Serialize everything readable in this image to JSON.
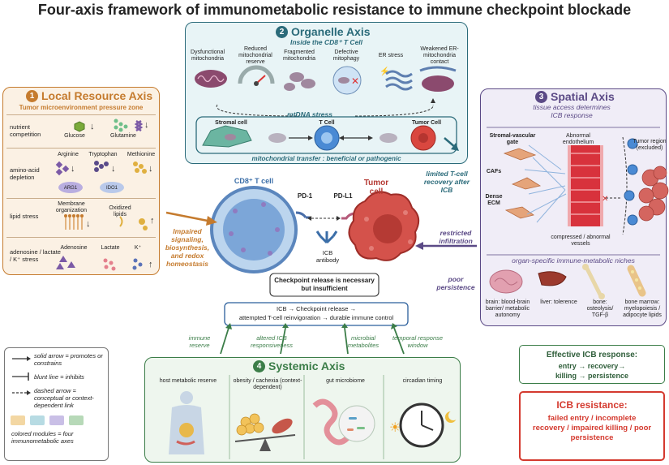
{
  "title": "Four-axis framework of immunometabolic resistance to immune checkpoint blockade",
  "colors": {
    "local": "#c57b2e",
    "local_bg": "#fbf1e4",
    "organelle": "#2b6b7a",
    "organelle_bg": "#e8f4f6",
    "spatial": "#5b4a86",
    "spatial_bg": "#f0edf7",
    "systemic": "#3b7d48",
    "systemic_bg": "#eef6ee",
    "resistance": "#d43a2f"
  },
  "local": {
    "num": "1",
    "title": "Local Resource Axis",
    "subtitle": "Tumor microenvironment pressure zone",
    "rows": {
      "nutrient": {
        "label": "nutrient competition",
        "items": [
          "Glucose",
          "Glutamine"
        ]
      },
      "amino": {
        "label": "amino-acid depletion",
        "items": [
          "Arginine",
          "Tryptophan",
          "Methionine",
          "ARG1",
          "IDO1"
        ]
      },
      "lipid": {
        "label": "lipid stress",
        "items": [
          "Membrane organization",
          "Oxidized lipids"
        ]
      },
      "ion": {
        "label": "adenosine / lactate / K⁺ stress",
        "items": [
          "Adenosine",
          "Lactate",
          "K⁺"
        ]
      }
    },
    "arrow_text": "Impaired signaling, biosynthesis, and redox homeostasis"
  },
  "organelle": {
    "num": "2",
    "title": "Organelle Axis",
    "subtitle": "Inside the CD8⁺ T Cell",
    "items": [
      "Dysfunctional mitochondria",
      "Reduced mitochondrial reserve",
      "Fragmented mitochondria",
      "Defective mitophagy",
      "ER stress",
      "Weakened ER-mitochondria contact"
    ],
    "mtdna": "mtDNA stress",
    "transfer": {
      "stromal": "Stromal cell",
      "tcell": "T Cell",
      "tumor": "Tumor Cell",
      "caption": "mitochondrial transfer : beneficial or pathogenic"
    },
    "arrow_text": "limited T-cell recovery after ICB"
  },
  "spatial": {
    "num": "3",
    "title": "Spatial Axis",
    "subtitle": "tissue access determines ICB response",
    "labels": {
      "gate": "Stromal-vascular gate",
      "endo": "Abnormal endothelium",
      "tumor_region": "Tumor region (excluded)",
      "cafs": "CAFs",
      "ecm": "Dense ECM",
      "vessels": "compressed / abnormal vessels"
    },
    "niches_title": "organ-specific immune-metabolic niches",
    "niches": [
      "brain: blood-brain barrier/ metabolic autonomy",
      "liver: tolerence",
      "bone: osteolysis/ TGF-β",
      "bone marrow: myelopoiesis / adipocyte lipids"
    ],
    "arrow_text1": "restricted infiltration",
    "arrow_text2": "poor persistence"
  },
  "center": {
    "cd8": "CD8⁺ T cell",
    "tumor": "Tumor cell",
    "pd1": "PD-1",
    "pdl1": "PD-L1",
    "antibody": "ICB antibody",
    "insufficient": "Checkpoint release is necessary but insufficient",
    "chain_line1": "ICB → Checkpoint release →",
    "chain_line2": "attempted T-cell reinvigoration → durable immune control"
  },
  "systemic": {
    "num": "4",
    "title": "Systemic Axis",
    "items": [
      "host metabolic reserve",
      "obesity / cachexia (context-dependent)",
      "gut microbiome",
      "circadian timing"
    ],
    "links": [
      "immune reserve",
      "altered ICB responsiveness",
      "microbial metabolites",
      "temporal response window"
    ]
  },
  "legend": {
    "solid": "solid arrow = promotes or constrains",
    "blunt": "blunt line = inhibits",
    "dashed": "dashed arrow = conceptual or context-dependent link",
    "colored": "colored modules = four immunometabolic axes"
  },
  "effective": {
    "title": "Effective ICB response:",
    "line1": "entry → recovery→",
    "line2": "killing → persistence"
  },
  "resistance": {
    "title": "ICB resistance:",
    "body": "failed entry / incomplete recovery / impaired killing / poor persistence"
  }
}
